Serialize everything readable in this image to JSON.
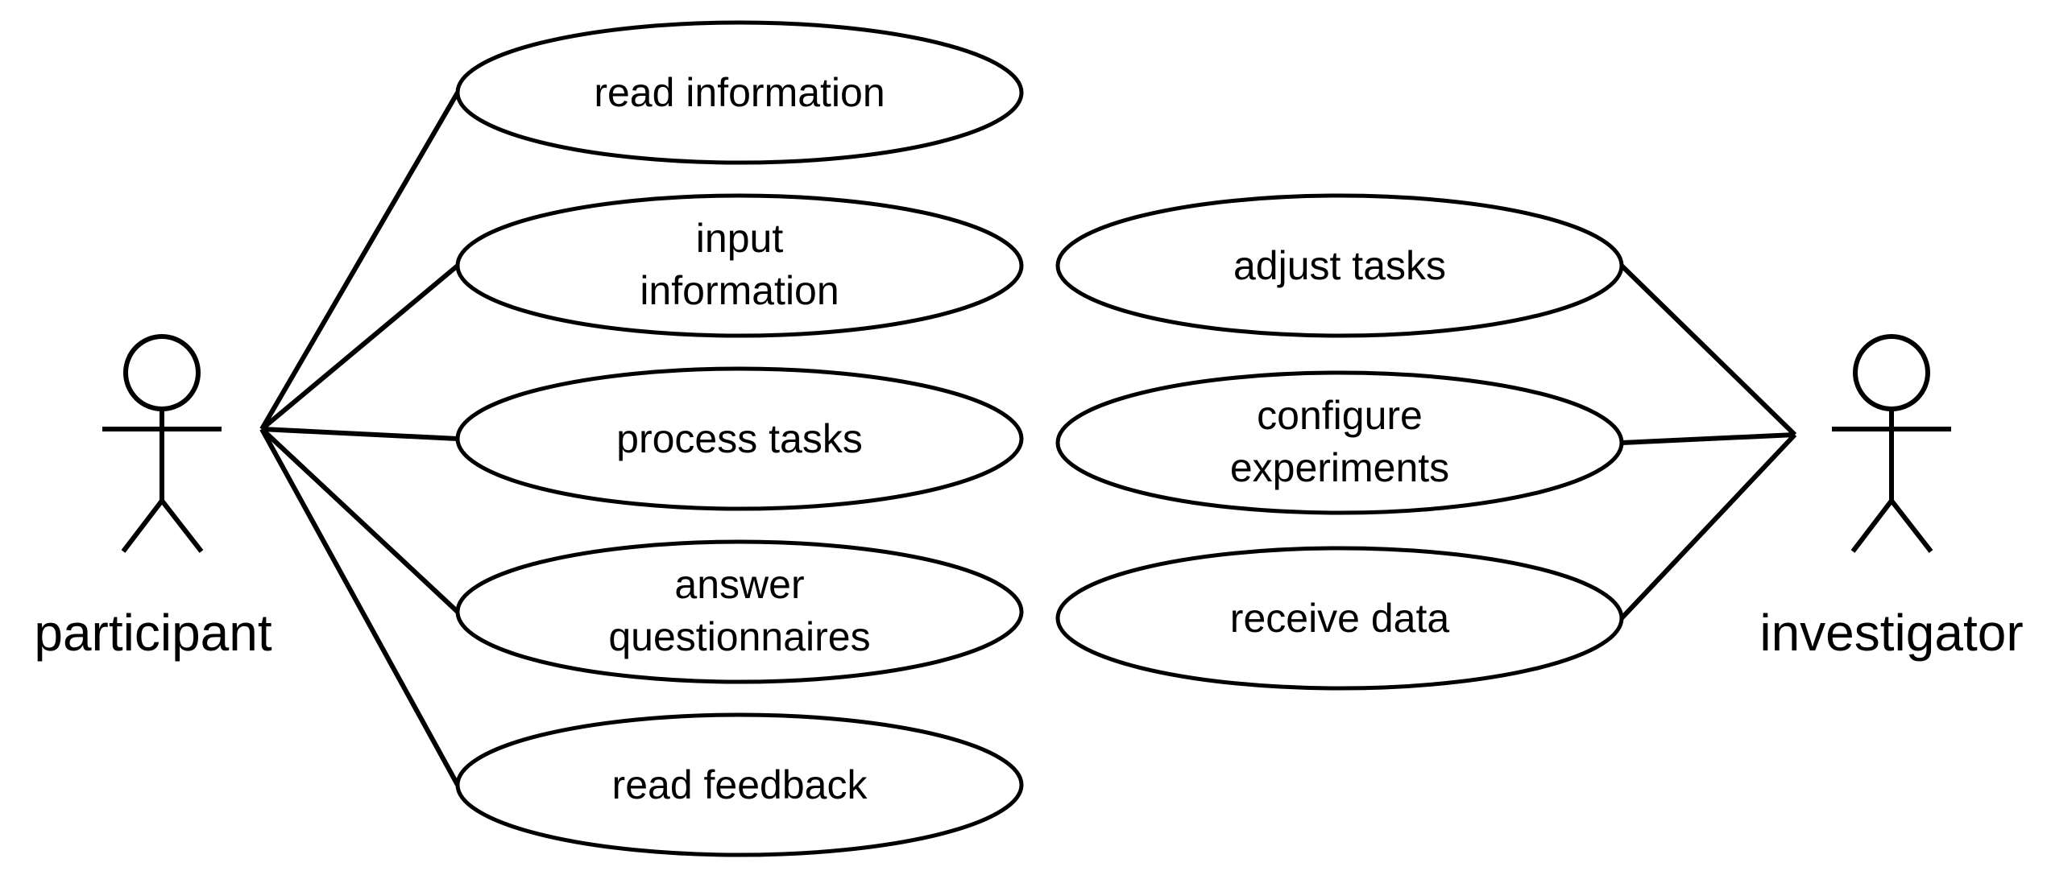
{
  "actors": {
    "participant": {
      "label": "participant"
    },
    "investigator": {
      "label": "investigator"
    }
  },
  "use_cases": {
    "participant": [
      {
        "id": "read-information",
        "lines": [
          "read information"
        ]
      },
      {
        "id": "input-information",
        "lines": [
          "input",
          "information"
        ]
      },
      {
        "id": "process-tasks",
        "lines": [
          "process tasks"
        ]
      },
      {
        "id": "answer-questionnaires",
        "lines": [
          "answer",
          "questionnaires"
        ]
      },
      {
        "id": "read-feedback",
        "lines": [
          "read feedback"
        ]
      }
    ],
    "investigator": [
      {
        "id": "adjust-tasks",
        "lines": [
          "adjust tasks"
        ]
      },
      {
        "id": "configure-experiments",
        "lines": [
          "configure",
          "experiments"
        ]
      },
      {
        "id": "receive-data",
        "lines": [
          "receive data"
        ]
      }
    ]
  },
  "colors": {
    "stroke": "#000000",
    "background": "#ffffff"
  }
}
